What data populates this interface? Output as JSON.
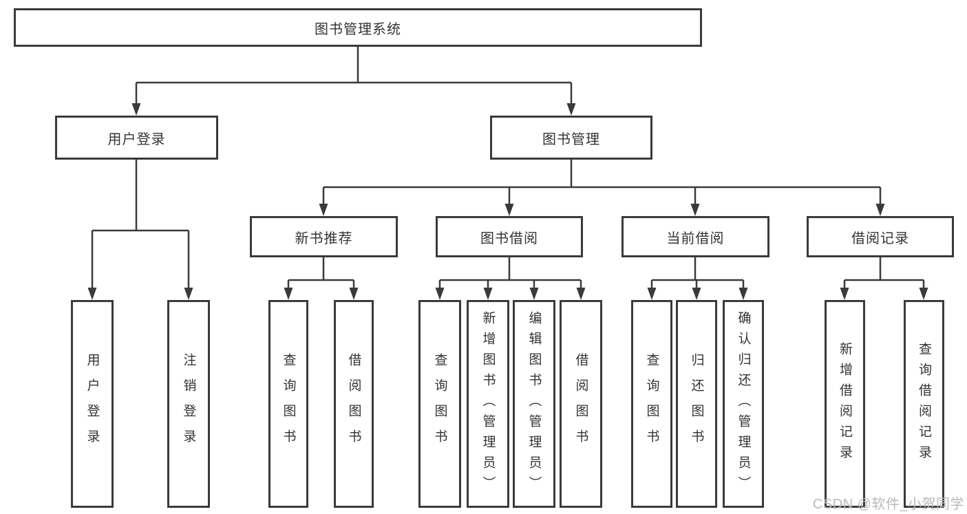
{
  "diagram": {
    "root": {
      "label": "图书管理系统"
    },
    "level2": [
      {
        "label": "用户登录"
      },
      {
        "label": "图书管理"
      }
    ],
    "level3": [
      {
        "label": "新书推荐"
      },
      {
        "label": "图书借阅"
      },
      {
        "label": "当前借阅"
      },
      {
        "label": "借阅记录"
      }
    ],
    "leaves": [
      {
        "label": "用户登录"
      },
      {
        "label": "注销登录"
      },
      {
        "label": "查询图书"
      },
      {
        "label": "借阅图书"
      },
      {
        "label": "查询图书"
      },
      {
        "label": "新增图书（管理员）"
      },
      {
        "label": "编辑图书（管理员）"
      },
      {
        "label": "借阅图书"
      },
      {
        "label": "查询图书"
      },
      {
        "label": "归还图书"
      },
      {
        "label": "确认归还（管理员）"
      },
      {
        "label": "新增借阅记录"
      },
      {
        "label": "查询借阅记录"
      }
    ],
    "watermark": "CSDN @软件_小贺同学",
    "colors": {
      "line": "#3a3a3a",
      "text": "#333333",
      "watermark": "#b9b9b9",
      "background": "#ffffff"
    }
  }
}
